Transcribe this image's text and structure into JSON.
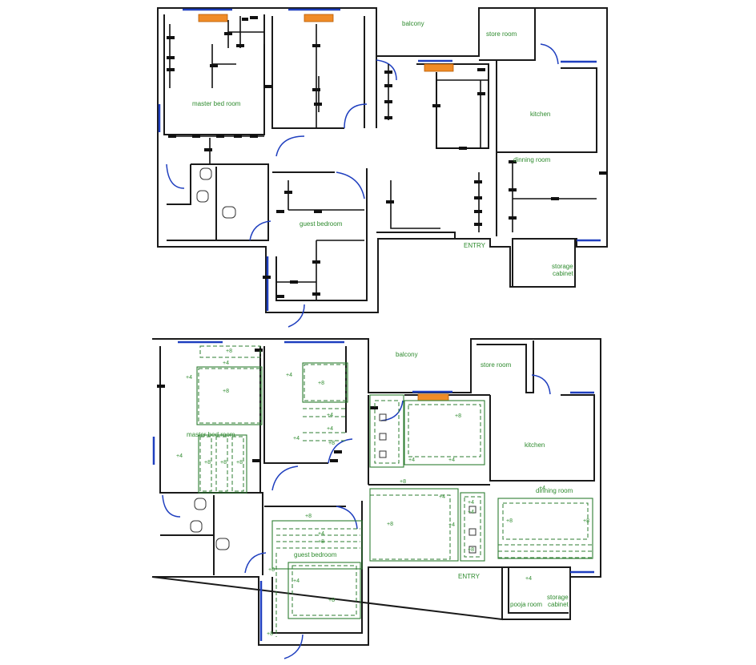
{
  "plan_top": {
    "rooms": {
      "balcony": "balcony",
      "store_room": "store room",
      "master_bed_room": "master bed room",
      "kitchen": "kitchen",
      "dining_room": "dinning room",
      "guest_bedroom": "guest bedroom",
      "entry": "ENTRY",
      "storage_1": "storage",
      "storage_2": "cabinet"
    }
  },
  "plan_bottom": {
    "rooms": {
      "balcony": "balcony",
      "store_room": "store room",
      "master_bed_room": "master bed room",
      "kitchen": "kitchen",
      "dining_room": "dinning room",
      "guest_bedroom": "guest bedroom",
      "entry": "ENTRY",
      "pooja_room": "pooja room",
      "storage_1": "storage",
      "storage_2": "cabinet"
    },
    "levels": {
      "p4": "+4",
      "p8": "+8"
    }
  },
  "colors": {
    "walls": "#1a1a1a",
    "doors_windows": "#1f3fbf",
    "labels_ceiling": "#2e8b2e",
    "ac_unit": "#f08c28"
  }
}
